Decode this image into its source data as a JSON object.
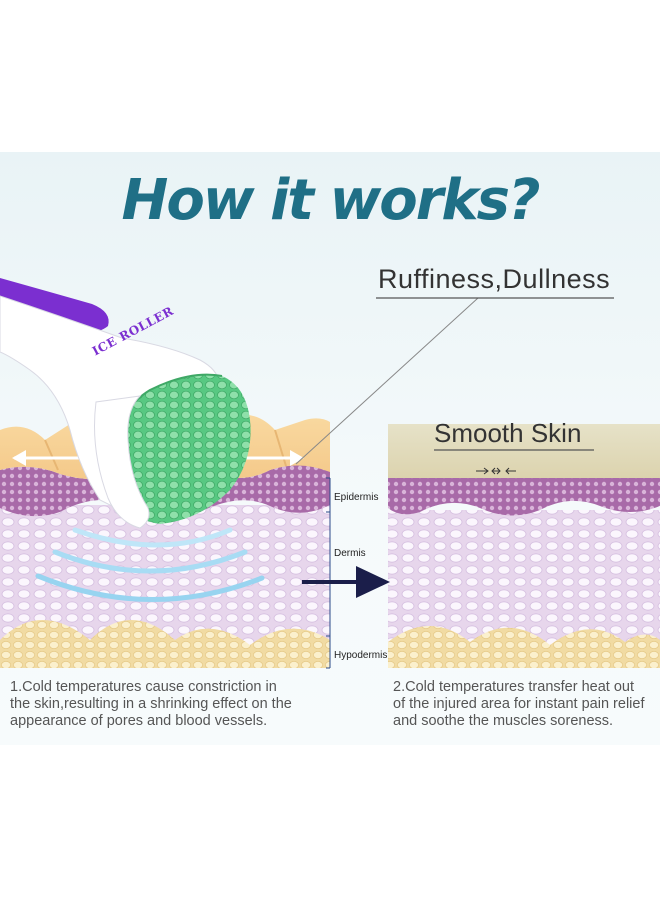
{
  "title": "How it works?",
  "labels": {
    "problem": "Ruffiness,Dullness",
    "result": "Smooth Skin"
  },
  "layers": {
    "epidermis": "Epidermis",
    "dermis": "Dermis",
    "hypodermis": "Hypodermis"
  },
  "product": {
    "brand": "ICE ROLLER"
  },
  "captions": {
    "left": [
      "1.Cold temperatures cause constriction in",
      "the skin,resulting in a shrinking effect on the",
      "appearance of pores and blood vessels."
    ],
    "right": [
      "2.Cold temperatures transfer heat out",
      "of the injured area for instant pain relief",
      "and soothe the muscles soreness."
    ]
  },
  "colors": {
    "title": "#1f6f86",
    "roller_handle": "#7b2fd0",
    "roller_head": "#5fd08a",
    "arrow": "#1b1e4a"
  }
}
